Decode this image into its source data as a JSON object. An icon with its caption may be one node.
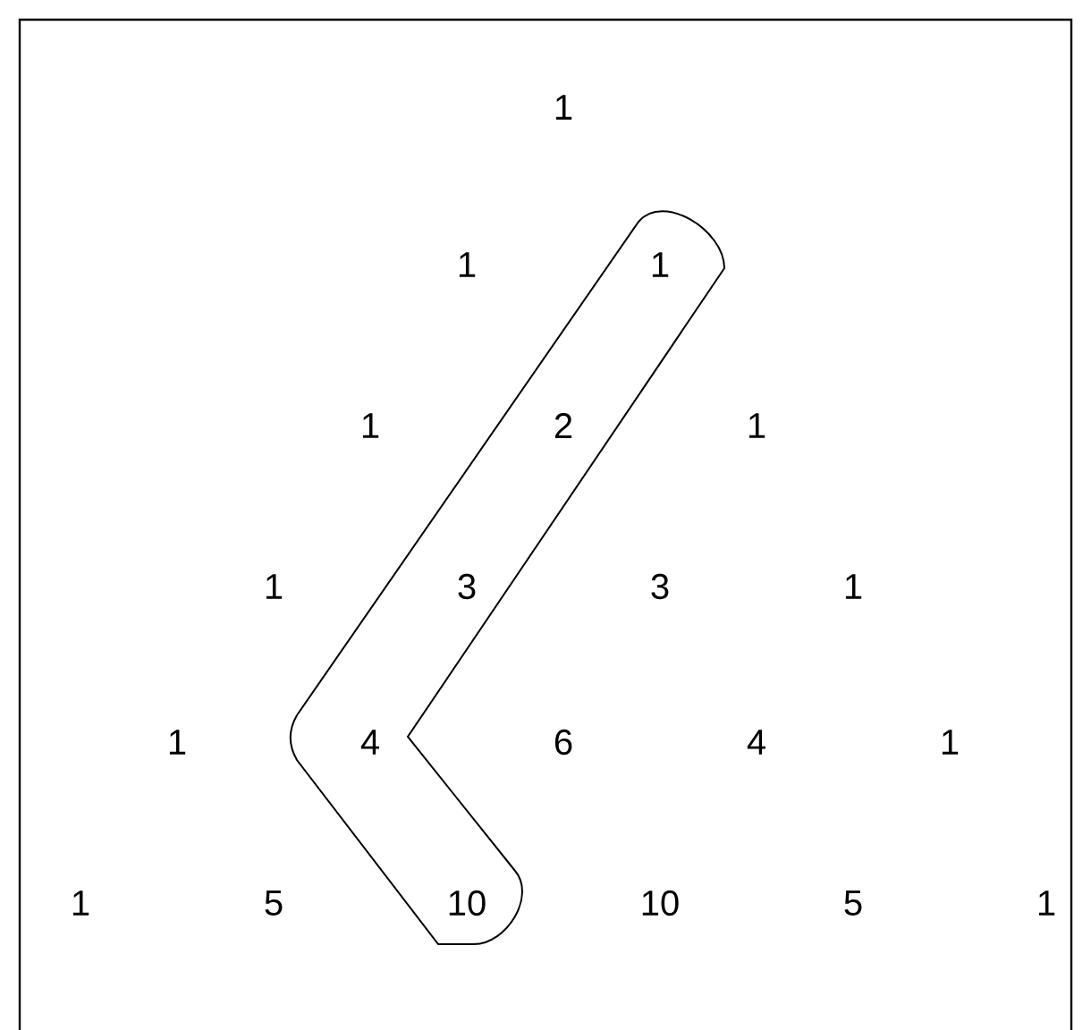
{
  "diagram": {
    "labels": [
      "1",
      "1",
      "1",
      "1",
      "2",
      "1",
      "1",
      "3",
      "3",
      "1",
      "1",
      "4",
      "6",
      "4",
      "1",
      "1",
      "5",
      "10",
      "10",
      "5",
      "1"
    ]
  }
}
